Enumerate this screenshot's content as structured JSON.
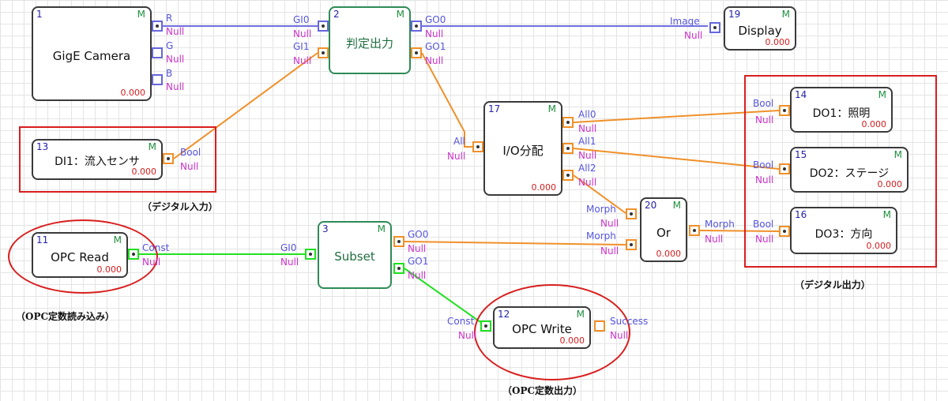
{
  "nodes": {
    "n1": {
      "id": "1",
      "title": "GigE Camera",
      "m": "M",
      "value": "0.000"
    },
    "n2": {
      "id": "2",
      "title": "判定出力",
      "m": "M"
    },
    "n19": {
      "id": "19",
      "title": "Display",
      "m": "M",
      "value": "0.000"
    },
    "n13": {
      "id": "13",
      "title": "DI1：流入センサ",
      "m": "M",
      "value": "0.000"
    },
    "n17": {
      "id": "17",
      "title": "I/O分配",
      "m": "M",
      "value": "0.000"
    },
    "n14": {
      "id": "14",
      "title": "DO1：照明",
      "m": "M",
      "value": "0.000"
    },
    "n15": {
      "id": "15",
      "title": "DO2：ステージ",
      "m": "M",
      "value": "0.000"
    },
    "n16": {
      "id": "16",
      "title": "DO3：方向",
      "m": "M",
      "value": "0.000"
    },
    "n20": {
      "id": "20",
      "title": "Or",
      "m": "M",
      "value": "0.000"
    },
    "n11": {
      "id": "11",
      "title": "OPC Read",
      "m": "M",
      "value": "0.000"
    },
    "n3": {
      "id": "3",
      "title": "Subset",
      "m": "M"
    },
    "n12": {
      "id": "12",
      "title": "OPC Write",
      "m": "M",
      "value": "0.000"
    }
  },
  "ports": {
    "r": "R",
    "g": "G",
    "b": "B",
    "null": "Null",
    "gi0": "GI0",
    "gi1": "GI1",
    "go0": "GO0",
    "go1": "GO1",
    "image": "Image",
    "bool": "Bool",
    "all": "All",
    "all0": "All0",
    "all1": "All1",
    "all2": "All2",
    "morph": "Morph",
    "const": "Const",
    "success": "Success"
  },
  "captions": {
    "digital_in": "（デジタル入力）",
    "digital_out": "（デジタル出力）",
    "opc_read": "（OPC定数読み込み）",
    "opc_write": "（OPC定数出力）"
  },
  "colors": {
    "blue_wire": "#7070e0",
    "orange_wire": "#f0902a",
    "green_wire": "#22e022",
    "highlight": "#d81e1e"
  }
}
